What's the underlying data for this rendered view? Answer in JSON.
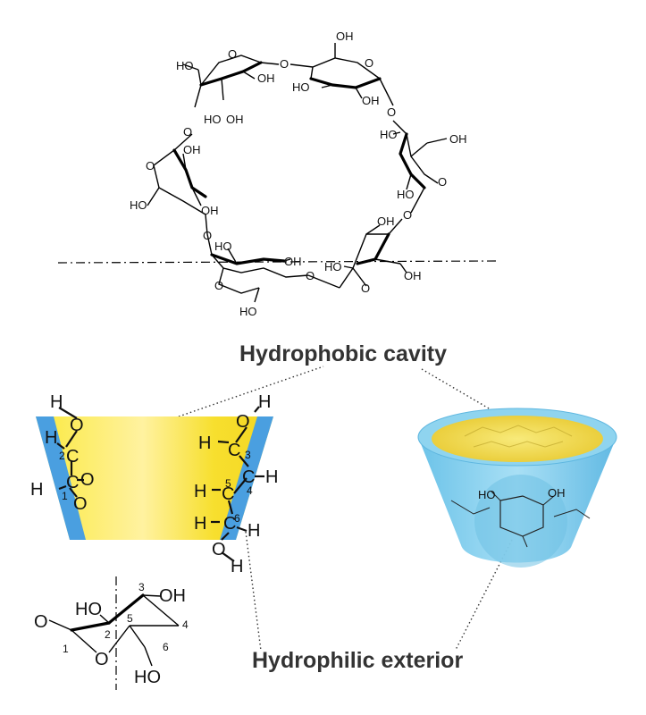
{
  "labels": {
    "cavity": "Hydrophobic cavity",
    "exterior": "Hydrophilic exterior"
  },
  "ring_text": {
    "oh": "OH",
    "ho": "HO",
    "o": "O"
  },
  "cone_atoms": {
    "h": "H",
    "c": "C",
    "o": "O",
    "oh": "OH"
  },
  "cone_numbers": {
    "n1": "1",
    "n2": "2",
    "n3": "3",
    "n4": "4",
    "n5": "5",
    "n6": "6"
  },
  "chair": {
    "o_left": "O",
    "ring_o": "O",
    "ho_2": "HO",
    "oh_3": "OH",
    "ho_6": "HO",
    "n1": "1",
    "n2": "2",
    "n3": "3",
    "n4": "4",
    "n5": "5",
    "n6": "6"
  },
  "colors": {
    "yellow": "#f6e53a",
    "blue": "#4a9fe0",
    "cyan": "#8cd3ef",
    "text_gray": "#333333"
  }
}
